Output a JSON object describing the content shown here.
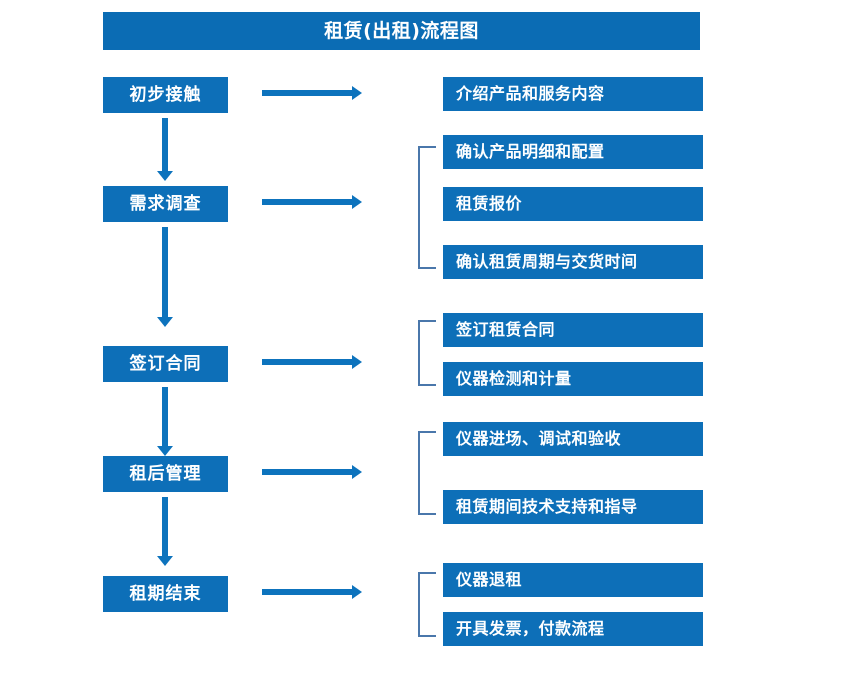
{
  "header": {
    "title": "租赁(出租)流程图"
  },
  "colors": {
    "box_fill": "#0d6fb8",
    "title_fill": "#0b6cb4",
    "arrow": "#0d73bd",
    "bracket": "#4a77ab",
    "text": "#ffffff",
    "background": "#ffffff"
  },
  "stages": [
    {
      "label": "初步接触",
      "details": [
        "介绍产品和服务内容"
      ]
    },
    {
      "label": "需求调查",
      "details": [
        "确认产品明细和配置",
        "租赁报价",
        "确认租赁周期与交货时间"
      ]
    },
    {
      "label": "签订合同",
      "details": [
        "签订租赁合同",
        "仪器检测和计量"
      ]
    },
    {
      "label": "租后管理",
      "details": [
        "仪器进场、调试和验收",
        "租赁期间技术支持和指导"
      ]
    },
    {
      "label": "租期结束",
      "details": [
        "仪器退租",
        "开具发票，付款流程"
      ]
    }
  ]
}
